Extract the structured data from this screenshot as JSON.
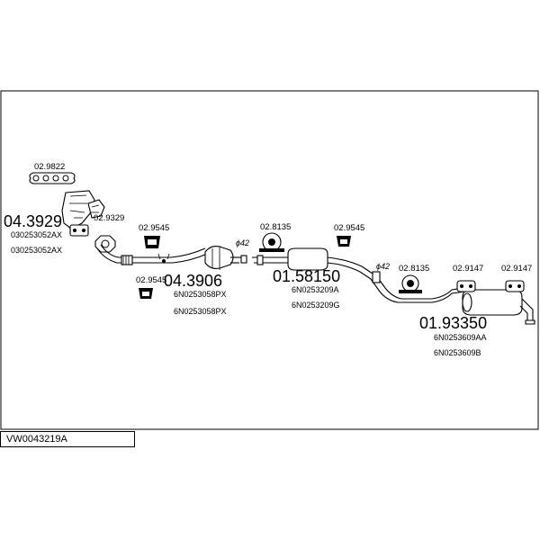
{
  "catalog_code": "VW0043219A",
  "parts": {
    "gasket_top": "02.9822",
    "manifold_cat_number": "04.3929",
    "manifold_cat_oem": [
      "030253052AX",
      "030253052AX"
    ],
    "gasket_manifold": "02.9329",
    "mount_front_1": "02.9545",
    "mount_front_2": "02.9545",
    "front_pipe_number": "04.3906",
    "front_pipe_oem": [
      "6N0253058PX",
      "6N0253058PX"
    ],
    "diameter_1": "ϕ42",
    "mount_middle_1": "02.8135",
    "mount_middle_2": "02.9545",
    "middle_silencer_number": "01.58150",
    "middle_silencer_oem": [
      "6N0253209A",
      "6N0253209G"
    ],
    "diameter_2": "ϕ42",
    "mount_rear_1": "02.8135",
    "mount_rear_2": "02.9147",
    "mount_rear_3": "02.9147",
    "rear_silencer_number": "01.93350",
    "rear_silencer_oem": [
      "6N0253609AA",
      "6N0253609B"
    ]
  }
}
